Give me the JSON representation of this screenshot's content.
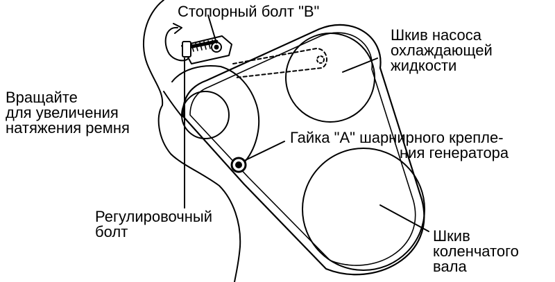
{
  "labels": {
    "stop_bolt": "Стопорный болт \"В\"",
    "pump_pulley": [
      "Шкив насоса",
      "охлаждающей",
      "жидкости"
    ],
    "rotate": [
      "Вращайте",
      "для увеличения",
      "натяжения ремня"
    ],
    "nut": [
      "Гайка \"А\" шарнирного крепле-",
      "ния генератора"
    ],
    "adjust_bolt": [
      "Регулировочный",
      "болт"
    ],
    "crank_pulley": [
      "Шкив",
      "коленчатого",
      "вала"
    ]
  },
  "colors": {
    "ink": "#000000",
    "background": "#ffffff"
  }
}
